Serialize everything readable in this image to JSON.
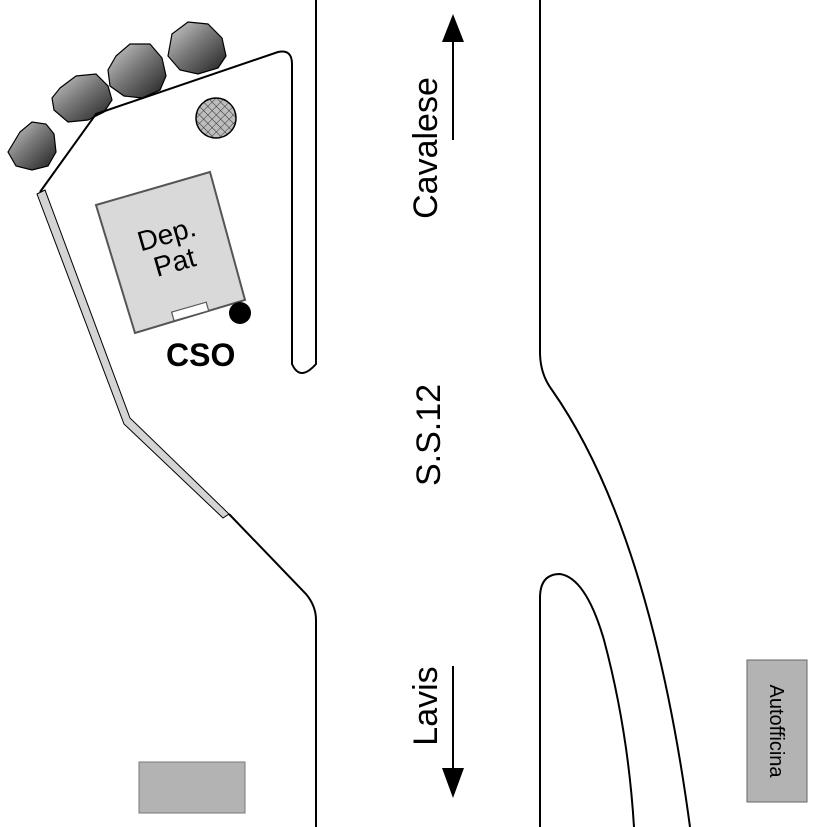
{
  "map": {
    "road_label": "S.S.12",
    "direction_north": "Cavalese",
    "direction_south": "Lavis",
    "building_label_line1": "Dep.",
    "building_label_line2": "Pat",
    "site_label": "CSO",
    "workshop_label": "Autofficina"
  },
  "colors": {
    "line": "#000000",
    "building_fill": "#d9d9d9",
    "building_stroke": "#555555",
    "fence_fill": "#d4d4d4",
    "gray_box": "#b3b3b3",
    "site_marker": "#000000"
  },
  "icons": [
    "rock-icon",
    "hatched-circle-icon",
    "arrow-up-icon",
    "arrow-down-icon",
    "dot-marker-icon"
  ]
}
